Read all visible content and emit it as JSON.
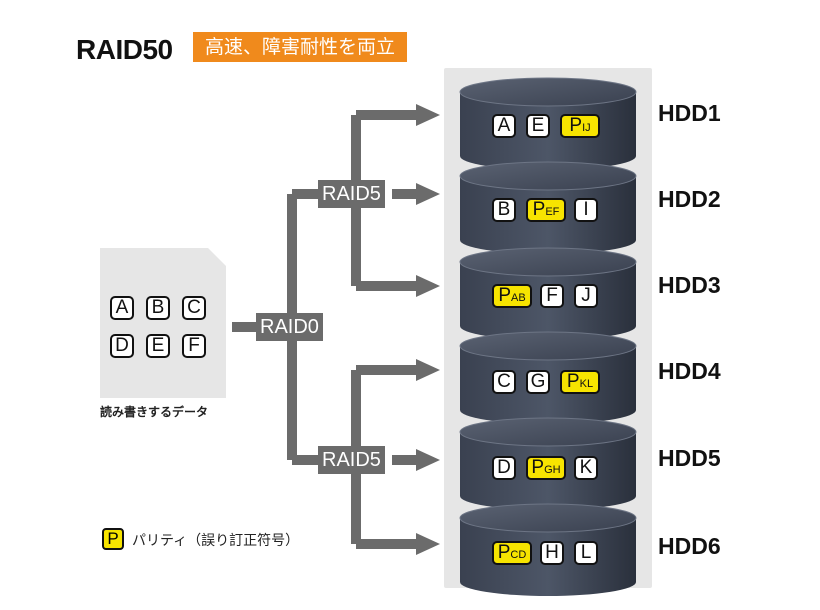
{
  "title": "RAID50",
  "subtitle": "高速、障害耐性を両立",
  "document": {
    "blocks": [
      "A",
      "B",
      "C",
      "D",
      "E",
      "F"
    ],
    "caption": "読み書きするデータ"
  },
  "labels": {
    "raid0": "RAID0",
    "raid5_top": "RAID5",
    "raid5_bottom": "RAID5"
  },
  "disks": [
    {
      "name": "HDD1",
      "blocks": [
        {
          "t": "A"
        },
        {
          "t": "E"
        },
        {
          "t": "P",
          "sub": "IJ",
          "parity": true
        }
      ]
    },
    {
      "name": "HDD2",
      "blocks": [
        {
          "t": "B"
        },
        {
          "t": "P",
          "sub": "EF",
          "parity": true
        },
        {
          "t": "I"
        }
      ]
    },
    {
      "name": "HDD3",
      "blocks": [
        {
          "t": "P",
          "sub": "AB",
          "parity": true
        },
        {
          "t": "F"
        },
        {
          "t": "J"
        }
      ]
    },
    {
      "name": "HDD4",
      "blocks": [
        {
          "t": "C"
        },
        {
          "t": "G"
        },
        {
          "t": "P",
          "sub": "KL",
          "parity": true
        }
      ]
    },
    {
      "name": "HDD5",
      "blocks": [
        {
          "t": "D"
        },
        {
          "t": "P",
          "sub": "GH",
          "parity": true
        },
        {
          "t": "K"
        }
      ]
    },
    {
      "name": "HDD6",
      "blocks": [
        {
          "t": "P",
          "sub": "CD",
          "parity": true
        },
        {
          "t": "H"
        },
        {
          "t": "L"
        }
      ]
    }
  ],
  "legend": {
    "symbol": "P",
    "text": "パリティ（誤り訂正符号）"
  },
  "colors": {
    "arrow": "#6b6b6b",
    "parity": "#f7e400",
    "accent": "#f08a1c",
    "disk_dark": "#2c3442",
    "panel": "#e6e6e6"
  }
}
